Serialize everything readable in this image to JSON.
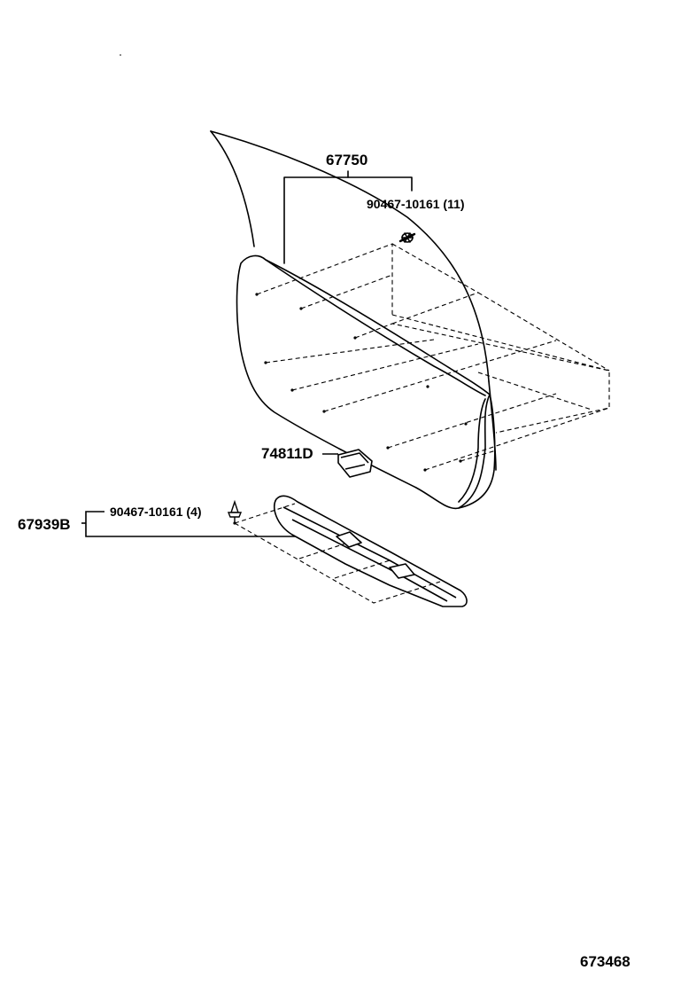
{
  "labels": {
    "trim_panel": "67750",
    "clip_upper": "90467-10161 (11)",
    "handle": "74811D",
    "sill_plate": "67939B",
    "clip_lower": "90467-10161 (4)"
  },
  "figure_number": "673468"
}
